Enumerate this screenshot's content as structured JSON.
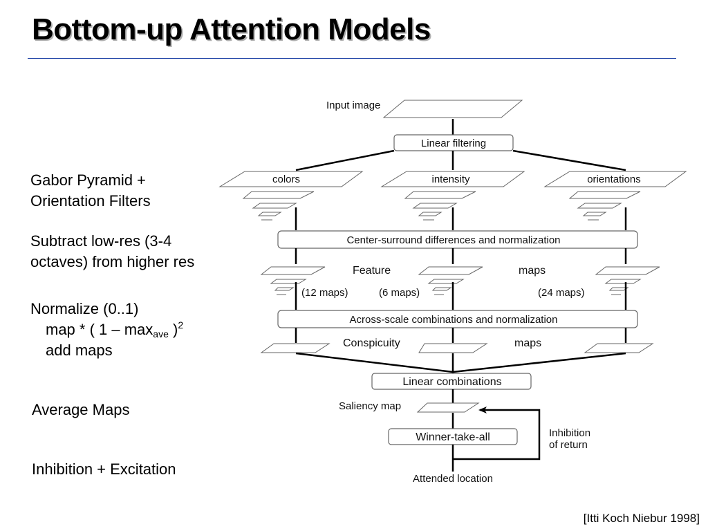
{
  "slide": {
    "title": "Bottom-up Attention Models",
    "citation": "[Itti Koch Niebur 1998]"
  },
  "notes": {
    "gabor": [
      "Gabor Pyramid +",
      "Orientation Filters"
    ],
    "subtract": [
      "Subtract low-res (3-4",
      "octaves) from higher res"
    ],
    "normalize": {
      "line1": "Normalize  (0..1)",
      "line2_prefix": "map * ( 1 – max",
      "line2_sub": "ave",
      "line2_mid": " )",
      "line2_sup": "2",
      "line3": "add maps"
    },
    "average": "Average Maps",
    "inhibition": "Inhibition + Excitation"
  },
  "diagram": {
    "input_image": "Input image",
    "linear_filtering": "Linear filtering",
    "channels": [
      "colors",
      "intensity",
      "orientations"
    ],
    "center_surround": "Center-surround differences and normalization",
    "feature_label": "Feature",
    "maps_label": "maps",
    "map_counts": [
      "(12 maps)",
      "(6 maps)",
      "(24 maps)"
    ],
    "across_scale": "Across-scale combinations and normalization",
    "conspicuity_label": "Conspicuity",
    "conspicuity_maps_label": "maps",
    "linear_combinations": "Linear combinations",
    "saliency_map": "Saliency map",
    "winner_take_all": "Winner-take-all",
    "inhibition_of_return": [
      "Inhibition",
      "of return"
    ],
    "attended_location": "Attended location"
  }
}
